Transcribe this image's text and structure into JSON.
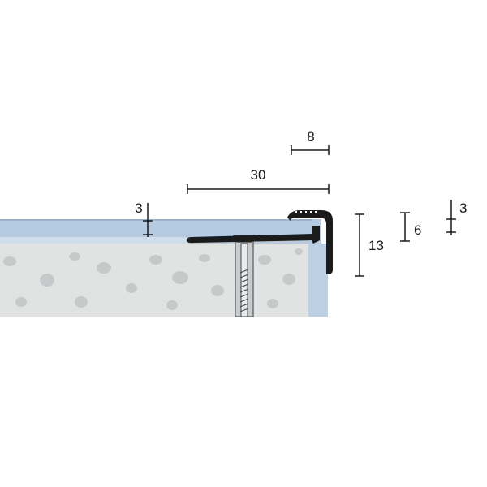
{
  "colors": {
    "background": "#ffffff",
    "floor_covering": "#b5cbe1",
    "floor_covering_edge": "#9ab3cd",
    "screed": "#e1e3e3",
    "screed_pebble": "#c6c9ca",
    "profile_metal": "#1b1b1b",
    "dimension_line": "#1a1a1a"
  },
  "dimensions": {
    "nose_width": "8",
    "flange_length": "30",
    "covering_thickness": "3",
    "total_height": "13",
    "insert_height": "6",
    "insert_thickness": "3"
  }
}
